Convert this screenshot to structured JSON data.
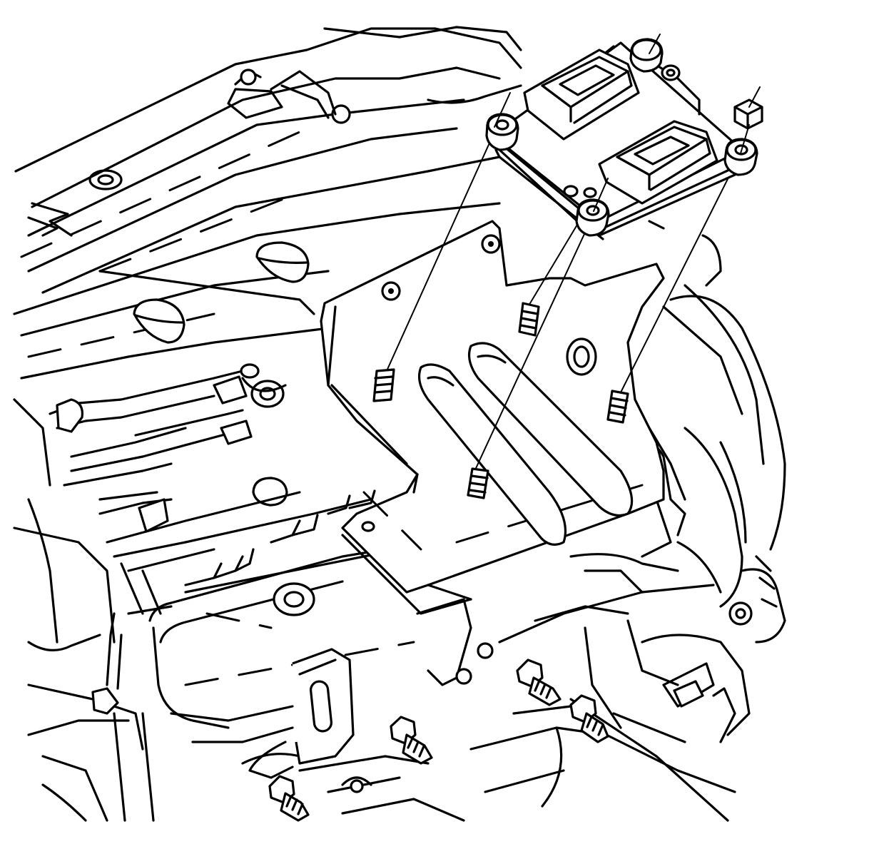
{
  "diagram": {
    "kind": "line-art exploded view",
    "components": [
      {
        "id": "control-module",
        "icon": "ecm-module-icon"
      },
      {
        "id": "mounting-bracket",
        "icon": "bracket-icon"
      },
      {
        "id": "module-studs",
        "icon": "stud-icon",
        "count": 4
      },
      {
        "id": "mounting-nuts",
        "icon": "nut-icon",
        "count": 4
      },
      {
        "id": "engine-cover",
        "icon": "engine-icon"
      },
      {
        "id": "bracket-bolts",
        "icon": "bolt-icon",
        "count": 4
      }
    ],
    "colors": {
      "line": "#000000",
      "background": "#ffffff"
    }
  }
}
